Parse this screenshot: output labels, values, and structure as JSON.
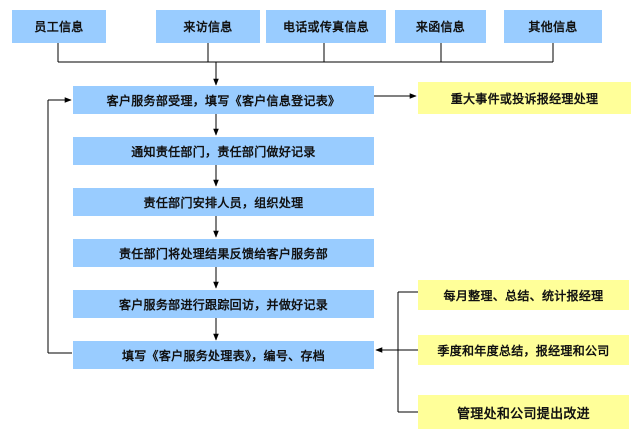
{
  "sources": [
    "员工信息",
    "来访信息",
    "电话或传真信息",
    "来函信息",
    "其他信息"
  ],
  "steps": [
    "客户服务部受理，填写《客户信息登记表》",
    "通知责任部门，责任部门做好记录",
    "责任部门安排人员，组织处理",
    "责任部门将处理结果反馈给客户服务部",
    "客户服务部进行跟踪回访，并做好记录",
    "填写《客户服务处理表》，编号、存档"
  ],
  "escalation": "重大事件或投诉报经理处理",
  "reports": [
    "每月整理、总结、统计报经理",
    "季度和年度总结，报经理和公司",
    "管理处和公司提出改进"
  ],
  "colors": {
    "process_box": "#99ccff",
    "report_box": "#ffff99",
    "line": "#000000"
  }
}
